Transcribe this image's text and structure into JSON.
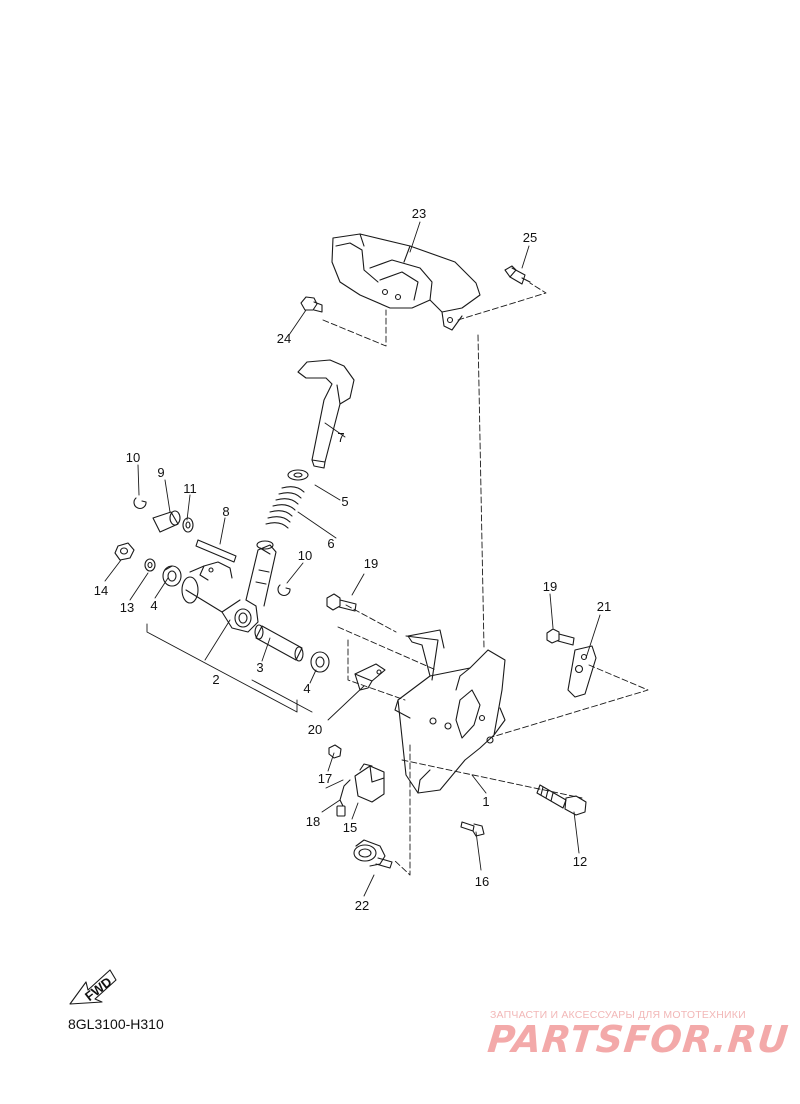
{
  "diagram": {
    "code": "8GL3100-H310",
    "fwd_label": "FWD",
    "watermark": {
      "tagline": "ЗАПЧАСТИ И АКСЕССУАРЫ ДЛЯ МОТОТЕХНИКИ",
      "brand": "PARTSFOR.RU"
    },
    "callouts": [
      {
        "id": "c1",
        "text": "1"
      },
      {
        "id": "c2",
        "text": "2"
      },
      {
        "id": "c3",
        "text": "3"
      },
      {
        "id": "c4a",
        "text": "4"
      },
      {
        "id": "c4b",
        "text": "4"
      },
      {
        "id": "c5",
        "text": "5"
      },
      {
        "id": "c6",
        "text": "6"
      },
      {
        "id": "c7",
        "text": "7"
      },
      {
        "id": "c8",
        "text": "8"
      },
      {
        "id": "c9",
        "text": "9"
      },
      {
        "id": "c10a",
        "text": "10"
      },
      {
        "id": "c10b",
        "text": "10"
      },
      {
        "id": "c11",
        "text": "11"
      },
      {
        "id": "c12",
        "text": "12"
      },
      {
        "id": "c13",
        "text": "13"
      },
      {
        "id": "c14",
        "text": "14"
      },
      {
        "id": "c15",
        "text": "15"
      },
      {
        "id": "c16",
        "text": "16"
      },
      {
        "id": "c17",
        "text": "17"
      },
      {
        "id": "c18",
        "text": "18"
      },
      {
        "id": "c19a",
        "text": "19"
      },
      {
        "id": "c19b",
        "text": "19"
      },
      {
        "id": "c20",
        "text": "20"
      },
      {
        "id": "c21",
        "text": "21"
      },
      {
        "id": "c22",
        "text": "22"
      },
      {
        "id": "c23",
        "text": "23"
      },
      {
        "id": "c24",
        "text": "24"
      },
      {
        "id": "c25",
        "text": "25"
      }
    ]
  }
}
